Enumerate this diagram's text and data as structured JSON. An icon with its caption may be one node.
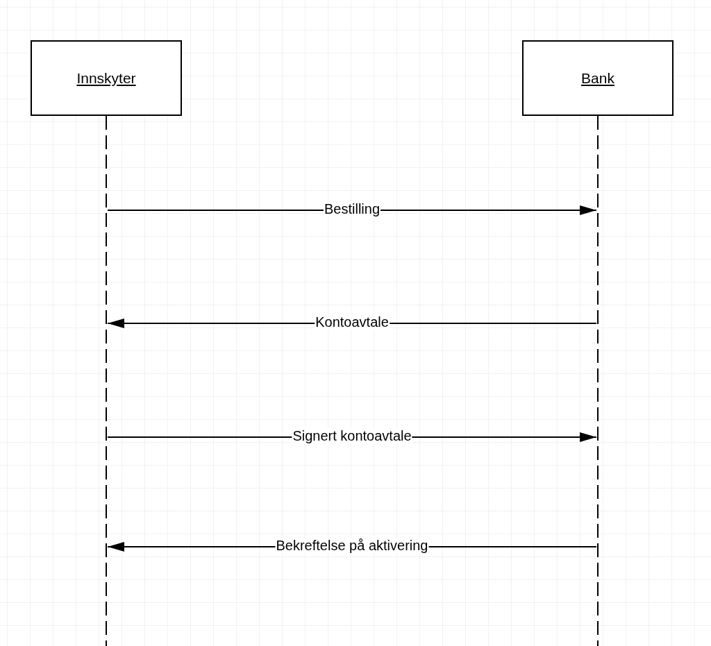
{
  "diagram": {
    "nodes": [
      {
        "text": [
          "Innskyter"
        ]
      },
      {
        "text": [
          "Bank"
        ]
      },
      {
        "text": [],
        "shape": "line"
      },
      {
        "text": [],
        "shape": "line"
      }
    ],
    "edges": [
      {
        "from": 2,
        "to": 3,
        "arrow": "to",
        "label": "Bestilling"
      },
      {
        "from": 3,
        "to": 2,
        "arrow": "to",
        "label": "Kontoavtale"
      },
      {
        "from": 2,
        "to": 3,
        "arrow": "to",
        "label": "Signert kontoavtale"
      },
      {
        "from": 3,
        "to": 2,
        "arrow": "to",
        "label": "Bekreftelse på aktivering"
      }
    ]
  }
}
